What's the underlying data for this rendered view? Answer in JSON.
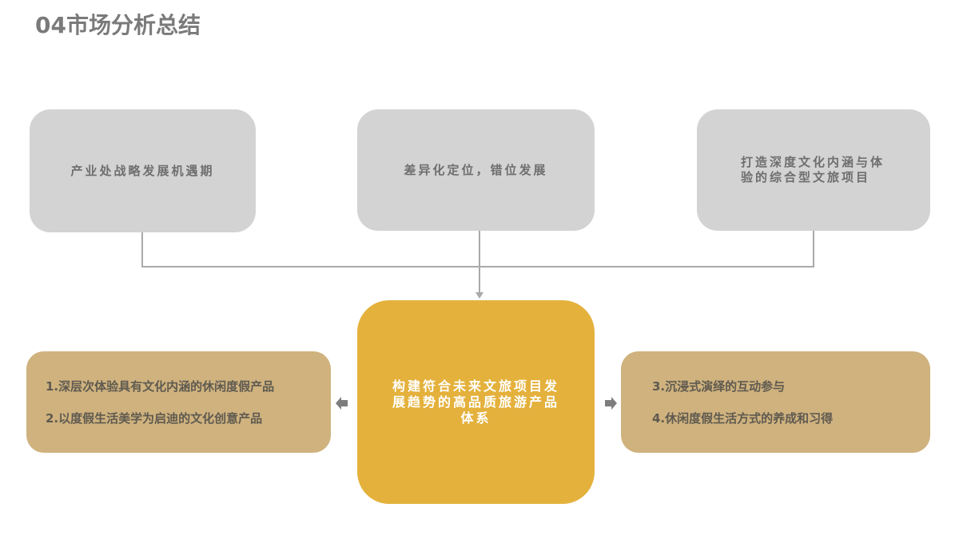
{
  "title": "04市场分析总结",
  "top_boxes": [
    {
      "text": "产业处战略发展机遇期"
    },
    {
      "text": "差异化定位，错位发展"
    },
    {
      "text": "打造深度文化内涵与体验的综合型文旅项目"
    }
  ],
  "center_box": {
    "text": "构建符合未来文旅项目发展趋势的高品质旅游产品体系"
  },
  "left_box": {
    "items": [
      "1.深层次体验具有文化内涵的休闲度假产品",
      "2.以度假生活美学为启迪的文化创意产品"
    ]
  },
  "right_box": {
    "items": [
      "3.沉浸式演绎的互动参与",
      "4.休闲度假生活方式的养成和习得"
    ]
  },
  "colors": {
    "title": "#7a7a7a",
    "grey_box": "#d3d3d3",
    "center_box": "#e4b13c",
    "side_box": "#cfb27e",
    "connector": "#a9a9a9",
    "arrow": "#7d7d7d"
  }
}
